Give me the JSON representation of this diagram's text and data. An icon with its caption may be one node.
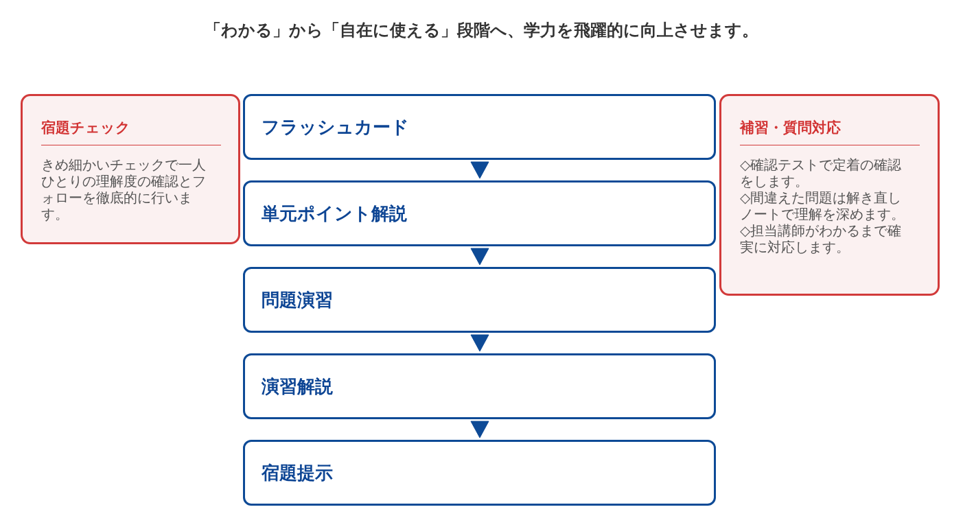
{
  "diagram": {
    "title": "「わかる」から「自在に使える」段階へ、学力を飛躍的に向上させます。",
    "nodes": [
      {
        "text": [
          "宿題チェック",
          "きめ細かいチェックで一人ひとりの理解度の確認とフォローを徹底的に行います。"
        ]
      },
      {
        "text": [
          "フラッシュカード"
        ]
      },
      {
        "text": [
          "単元ポイント解説"
        ]
      },
      {
        "text": [
          "問題演習"
        ]
      },
      {
        "text": [
          "演習解説"
        ]
      },
      {
        "text": [
          "宿題提示"
        ]
      },
      {
        "text": [
          "補習・質問対応",
          "◇確認テストで定着の確認をします。",
          "◇間違えた問題は解き直しノートで理解を深めます。",
          "◇担当講師がわかるまで確実に対応します。"
        ]
      }
    ],
    "edges": [
      {
        "from": 1,
        "to": 2,
        "arrow": "to"
      },
      {
        "from": 2,
        "to": 3,
        "arrow": "to"
      },
      {
        "from": 3,
        "to": 4,
        "arrow": "to"
      },
      {
        "from": 4,
        "to": 5,
        "arrow": "to"
      }
    ]
  }
}
